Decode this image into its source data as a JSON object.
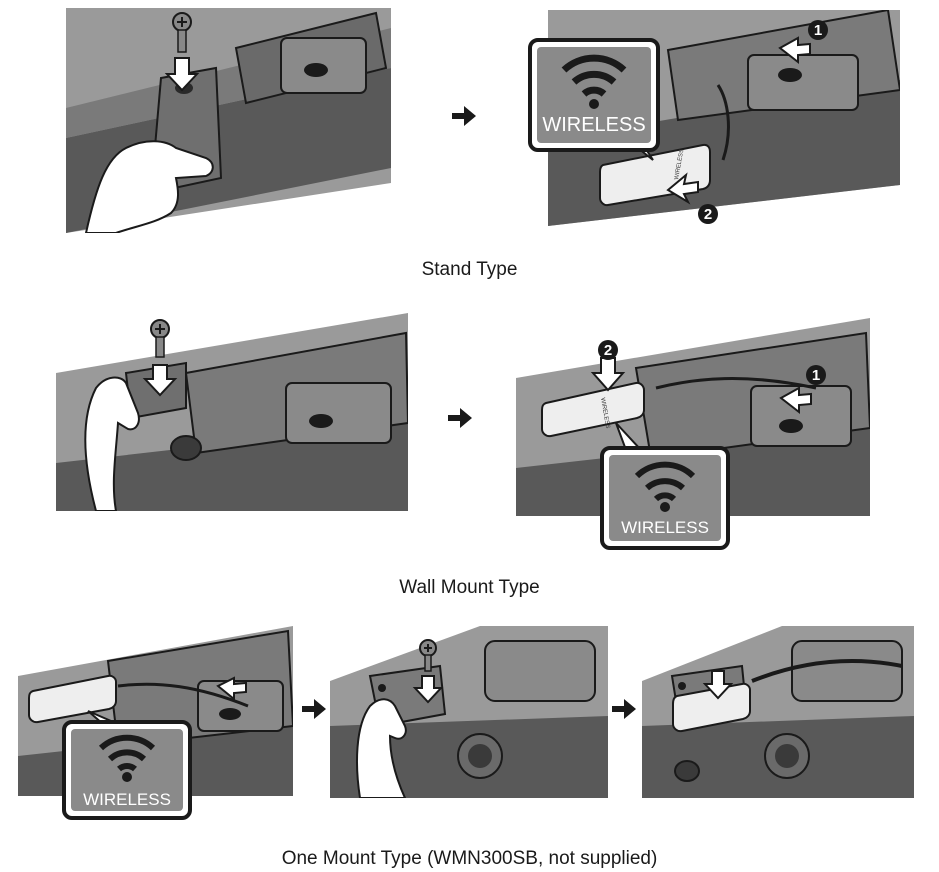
{
  "captions": {
    "stand": "Stand Type",
    "wall": "Wall Mount Type",
    "one_mount": "One Mount Type (WMN300SB, not supplied)"
  },
  "callout_label": "WIRELESS",
  "dongle_label": "WIRELESS",
  "step_numbers": {
    "first": "1",
    "second": "2"
  },
  "icons": [
    "screw-icon",
    "down-arrow-icon",
    "right-arrow-icon",
    "wifi-icon",
    "hand-icon"
  ],
  "colors": {
    "bar_dark": "#595959",
    "bar_mid": "#737373",
    "bar_light": "#9a9a9a",
    "callout_fill": "#8a8a8a",
    "outline": "#1a1a1a"
  }
}
